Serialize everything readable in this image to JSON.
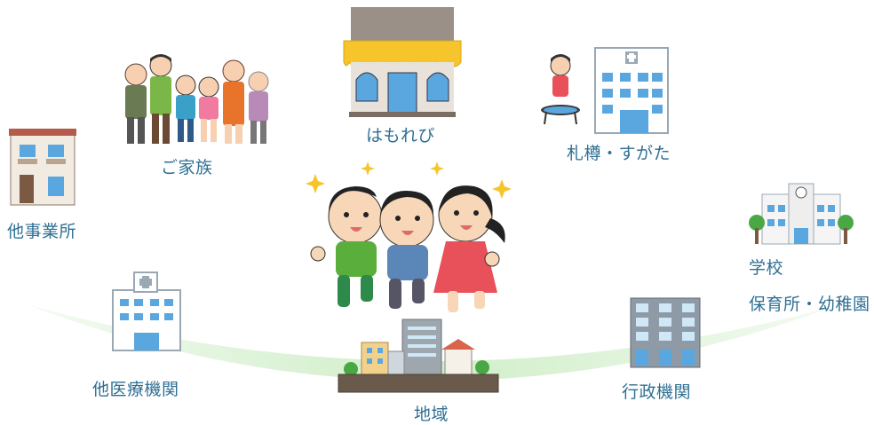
{
  "nodes": {
    "family": "ご家族",
    "hamorebi": "はもれび",
    "sapporo": "札樽・すがた",
    "other_office": "他事業所",
    "school": "学校",
    "nursery": "保育所・幼稚園",
    "other_medical": "他医療機関",
    "administration": "行政機関",
    "community": "地域"
  },
  "colors": {
    "label_text": "#2f6f94",
    "arc_green": "#cfeec8",
    "awning_yellow": "#f6c42b",
    "building_blue": "#5aa7e0"
  }
}
